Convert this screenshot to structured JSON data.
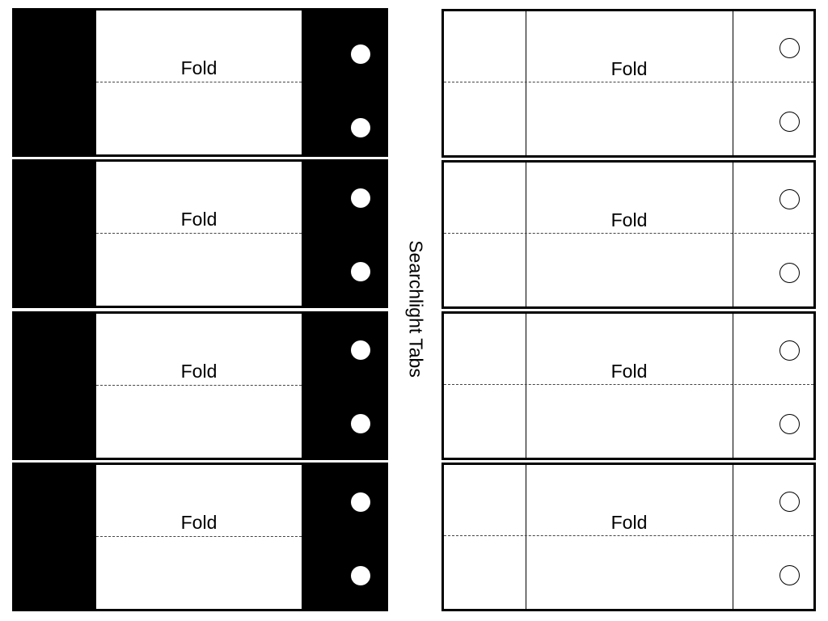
{
  "title": "Searchlight Tabs",
  "fold_label": "Fold",
  "colors": {
    "dark_fill": "#000000",
    "paper": "#ffffff",
    "line": "#000000"
  },
  "tabs": {
    "dark": [
      {
        "label": "Fold"
      },
      {
        "label": "Fold"
      },
      {
        "label": "Fold"
      },
      {
        "label": "Fold"
      }
    ],
    "outline": [
      {
        "label": "Fold"
      },
      {
        "label": "Fold"
      },
      {
        "label": "Fold"
      },
      {
        "label": "Fold"
      }
    ]
  }
}
